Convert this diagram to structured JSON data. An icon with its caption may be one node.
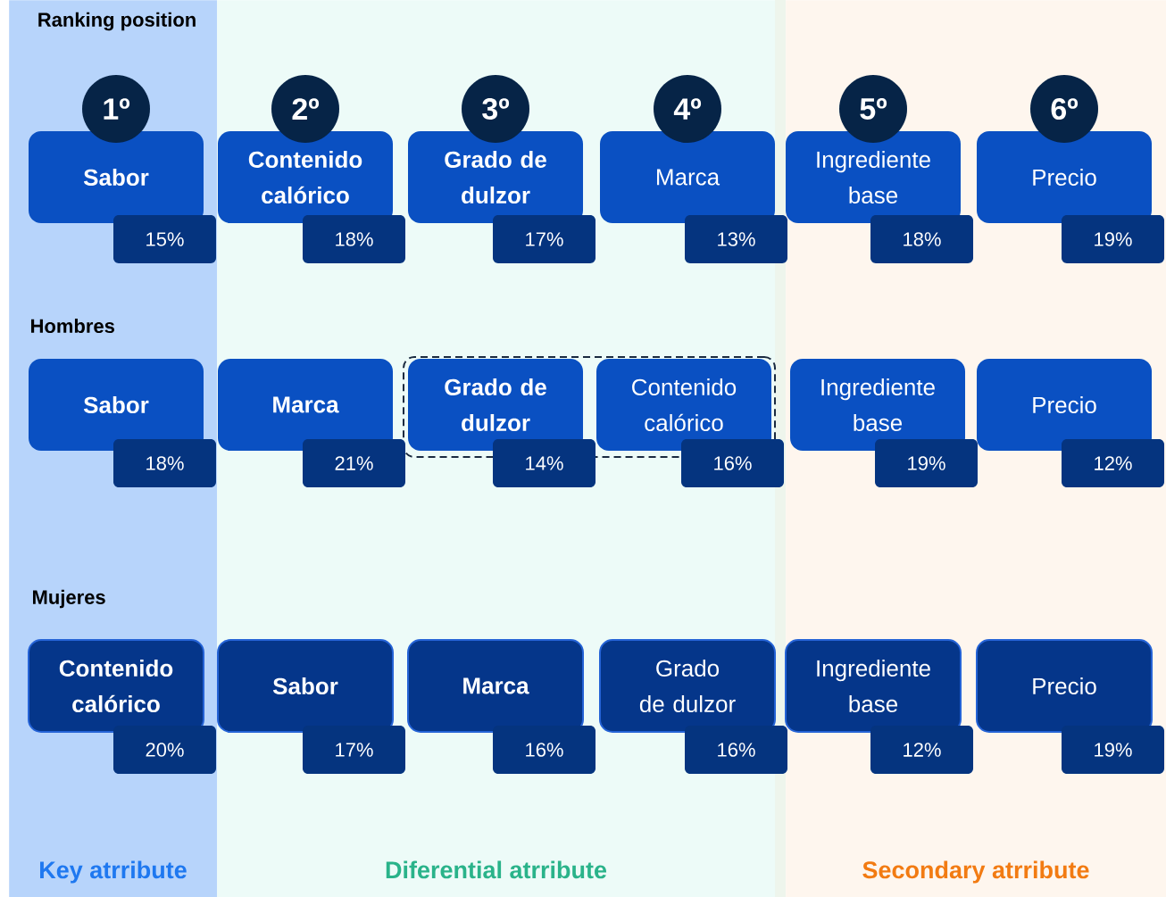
{
  "diagram": {
    "nodes": [
      {
        "text": [
          "Key atrribute"
        ]
      },
      {
        "text": [
          "Diferential atrribute"
        ]
      },
      {
        "text": [
          "Secondary  atrribute"
        ]
      },
      {
        "text": [
          "1º"
        ],
        "in": 0
      },
      {
        "text": [
          "Sabor"
        ],
        "in": 0
      },
      {
        "text": [
          "15%"
        ],
        "in": 0
      },
      {
        "text": [
          "2º"
        ],
        "in": 1
      },
      {
        "text": [
          "Contenido calórico"
        ],
        "in": 1
      },
      {
        "text": [
          "18%"
        ],
        "in": 1
      },
      {
        "text": [
          "3º"
        ],
        "in": 1
      },
      {
        "text": [
          "Grado de dulzor"
        ],
        "in": 1
      },
      {
        "text": [
          "17%"
        ],
        "in": 1
      },
      {
        "text": [
          "4º"
        ],
        "in": 1
      },
      {
        "text": [
          "Marca"
        ],
        "in": 1
      },
      {
        "text": [
          "13%"
        ]
      },
      {
        "text": [
          "5º"
        ],
        "in": 2
      },
      {
        "text": [
          "Ingrediente base"
        ],
        "in": 2
      },
      {
        "text": [
          "18%"
        ],
        "in": 2
      },
      {
        "text": [
          "6º"
        ],
        "in": 2
      },
      {
        "text": [
          "Precio"
        ],
        "in": 2
      },
      {
        "text": [
          "19%"
        ],
        "in": 2
      },
      {
        "text": [],
        "shape": "box",
        "in": 1
      },
      {
        "text": [
          "Sabor"
        ],
        "in": 0
      },
      {
        "text": [
          "18%"
        ],
        "in": 0
      },
      {
        "text": [
          "Marca"
        ],
        "in": 1
      },
      {
        "text": [
          "21%"
        ],
        "in": 1
      },
      {
        "text": [
          "Grado de dulzor"
        ],
        "in": 21
      },
      {
        "text": [
          "14%"
        ],
        "in": 1
      },
      {
        "text": [
          "Contenido calórico"
        ],
        "in": 21
      },
      {
        "text": [
          "16%"
        ]
      },
      {
        "text": [
          "Ingrediente base"
        ],
        "in": 2
      },
      {
        "text": [
          "19%"
        ],
        "in": 2
      },
      {
        "text": [
          "Precio"
        ],
        "in": 2
      },
      {
        "text": [
          "12%"
        ],
        "in": 2
      },
      {
        "text": [
          "Contenido calórico"
        ],
        "in": 0
      },
      {
        "text": [
          "20%"
        ],
        "in": 0
      },
      {
        "text": [
          "Sabor"
        ],
        "in": 1
      },
      {
        "text": [
          "17%"
        ],
        "in": 1
      },
      {
        "text": [
          "Marca"
        ],
        "in": 1
      },
      {
        "text": [
          "16%"
        ],
        "in": 1
      },
      {
        "text": [
          "Grado de dulzor"
        ],
        "in": 1
      },
      {
        "text": [
          "16%"
        ]
      },
      {
        "text": [
          "Ingrediente base"
        ],
        "in": 2
      },
      {
        "text": [
          "12%"
        ],
        "in": 2
      },
      {
        "text": [
          "Precio"
        ],
        "in": 2
      },
      {
        "text": [
          "19%"
        ],
        "in": 2
      }
    ],
    "labels": [
      "Ranking position",
      "Hombres",
      "Mujeres"
    ]
  }
}
